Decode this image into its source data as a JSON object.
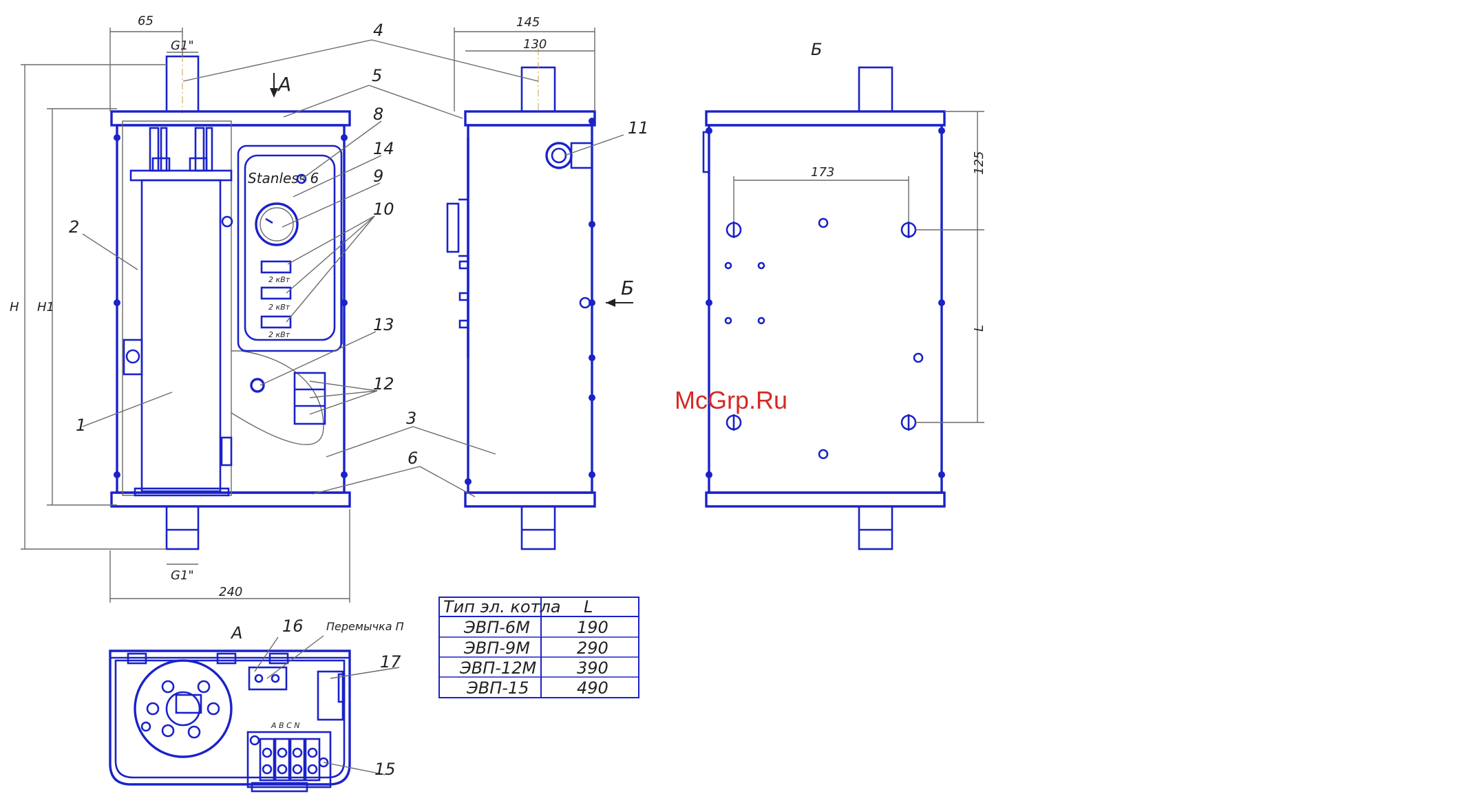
{
  "dimensions": {
    "d65": "65",
    "g1_top": "G1\"",
    "g1_bottom": "G1\"",
    "d240": "240",
    "H": "H",
    "H1": "H1",
    "d145": "145",
    "d130": "130",
    "d173": "173",
    "d125": "125",
    "L": "L"
  },
  "views": {
    "A_arrow": "A",
    "B_arrow": "Б",
    "B_title": "Б",
    "A_title": "A"
  },
  "callouts": [
    "1",
    "2",
    "3",
    "4",
    "5",
    "6",
    "8",
    "9",
    "10",
    "11",
    "12",
    "13",
    "14",
    "15",
    "16",
    "17"
  ],
  "panel": {
    "brand": "Stanless 6",
    "switch_label": "2 кВт"
  },
  "jumper_label": "Перемычка П",
  "terminal_letters": "A B C N",
  "table": {
    "headers": [
      "Тип эл. котла",
      "L"
    ],
    "rows": [
      [
        "ЭВП-6М",
        "190"
      ],
      [
        "ЭВП-9М",
        "290"
      ],
      [
        "ЭВП-12М",
        "390"
      ],
      [
        "ЭВП-15",
        "490"
      ]
    ]
  },
  "watermark": "McGrp.Ru"
}
